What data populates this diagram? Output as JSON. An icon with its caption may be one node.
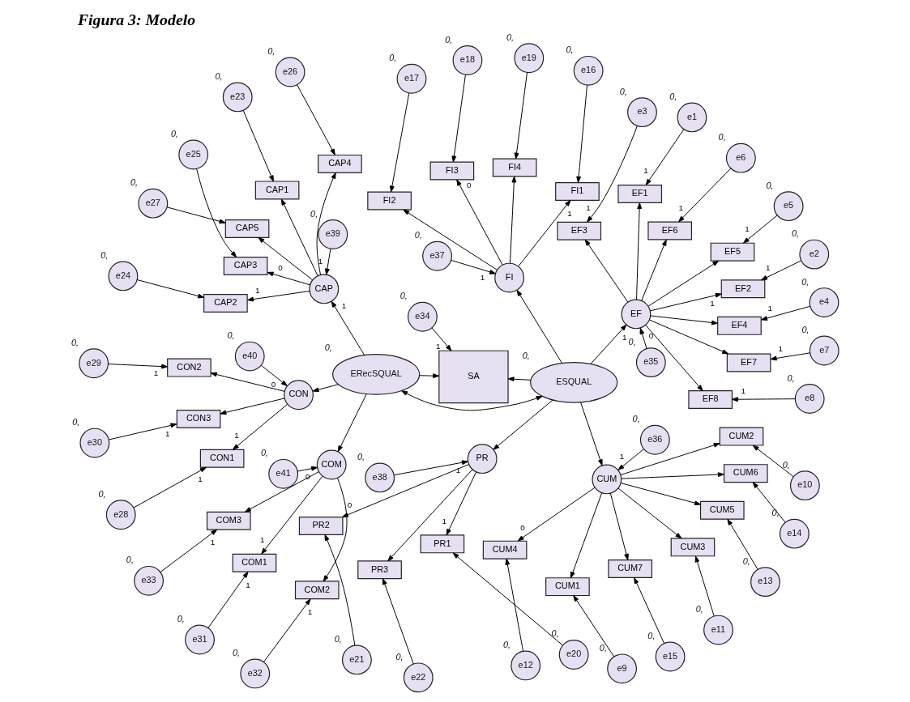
{
  "diagram": {
    "title": "Figura 3: Modelo",
    "nodes": [
      {
        "text": [
          "e9"
        ],
        "beside": [
          "0,"
        ]
      },
      {
        "text": [
          "e10"
        ],
        "beside": [
          "0,"
        ]
      },
      {
        "text": [
          "e11"
        ],
        "beside": [
          "0,"
        ]
      },
      {
        "text": [
          "e12"
        ],
        "beside": [
          "0,"
        ]
      },
      {
        "text": [
          "e13"
        ],
        "beside": [
          "0,"
        ]
      },
      {
        "text": [
          "e14"
        ],
        "beside": [
          "0,"
        ]
      },
      {
        "text": [
          "e15"
        ],
        "beside": [
          "0,"
        ]
      },
      {
        "text": [
          "CUM1"
        ]
      },
      {
        "text": [
          "CUM2"
        ]
      },
      {
        "text": [
          "CUM3"
        ]
      },
      {
        "text": [
          "CUM4"
        ]
      },
      {
        "text": [
          "CUM5"
        ]
      },
      {
        "text": [
          "CUM6"
        ]
      },
      {
        "text": [
          "CUM7"
        ]
      },
      {
        "text": [
          "e36"
        ],
        "beside": [
          "0,"
        ]
      },
      {
        "text": [
          "CUM"
        ]
      },
      {
        "text": [
          "e16"
        ],
        "beside": [
          "0,"
        ]
      },
      {
        "text": [
          "e17"
        ],
        "beside": [
          "0,"
        ]
      },
      {
        "text": [
          "e18"
        ],
        "beside": [
          "0,"
        ]
      },
      {
        "text": [
          "e19"
        ],
        "beside": [
          "0,"
        ]
      },
      {
        "text": [
          "FI1"
        ]
      },
      {
        "text": [
          "FI2"
        ]
      },
      {
        "text": [
          "FI3"
        ]
      },
      {
        "text": [
          "FI4"
        ]
      },
      {
        "text": [
          "e37"
        ],
        "beside": [
          "0,"
        ]
      },
      {
        "text": [
          "FI"
        ]
      },
      {
        "text": [
          "e20"
        ],
        "beside": [
          "0,"
        ]
      },
      {
        "text": [
          "e21"
        ],
        "beside": [
          "0,"
        ]
      },
      {
        "text": [
          "e22"
        ],
        "beside": [
          "0,"
        ]
      },
      {
        "text": [
          "PR1"
        ]
      },
      {
        "text": [
          "PR2"
        ]
      },
      {
        "text": [
          "PR3"
        ]
      },
      {
        "text": [
          "e38"
        ],
        "beside": [
          "0,"
        ]
      },
      {
        "text": [
          "PR"
        ]
      },
      {
        "text": [
          "e23"
        ],
        "beside": [
          "0,"
        ]
      },
      {
        "text": [
          "e24"
        ],
        "beside": [
          "0,"
        ]
      },
      {
        "text": [
          "e25"
        ],
        "beside": [
          "0,"
        ]
      },
      {
        "text": [
          "e26"
        ],
        "beside": [
          "0,"
        ]
      },
      {
        "text": [
          "e27"
        ],
        "beside": [
          "0,"
        ]
      },
      {
        "text": [
          "CAP1"
        ]
      },
      {
        "text": [
          "CAP2"
        ]
      },
      {
        "text": [
          "CAP3"
        ]
      },
      {
        "text": [
          "CAP4"
        ]
      },
      {
        "text": [
          "CAP5"
        ]
      },
      {
        "text": [
          "e39"
        ],
        "beside": [
          "0,"
        ]
      },
      {
        "text": [
          "CAP"
        ]
      },
      {
        "text": [
          "e8"
        ],
        "beside": [
          "0,"
        ]
      },
      {
        "text": [
          "EF8"
        ]
      },
      {
        "text": [
          "e7"
        ],
        "beside": [
          "0,"
        ]
      },
      {
        "text": [
          "EF7"
        ]
      },
      {
        "text": [
          "e6"
        ],
        "beside": [
          "0,"
        ]
      },
      {
        "text": [
          "EF6"
        ]
      },
      {
        "text": [
          "e5"
        ],
        "beside": [
          "0,"
        ]
      },
      {
        "text": [
          "EF5"
        ]
      },
      {
        "text": [
          "e4"
        ],
        "beside": [
          "0,"
        ]
      },
      {
        "text": [
          "EF4"
        ]
      },
      {
        "text": [
          "e3"
        ],
        "beside": [
          "0,"
        ]
      },
      {
        "text": [
          "EF3"
        ]
      },
      {
        "text": [
          "e2"
        ],
        "beside": [
          "0,"
        ]
      },
      {
        "text": [
          "EF2"
        ]
      },
      {
        "text": [
          "e1"
        ],
        "beside": [
          "0,"
        ]
      },
      {
        "text": [
          "EF1"
        ]
      },
      {
        "text": [
          "e35"
        ],
        "beside": [
          "0,"
        ]
      },
      {
        "text": [
          "EF"
        ]
      },
      {
        "text": [
          "ESQUAL"
        ],
        "beside": [
          "0,"
        ]
      },
      {
        "text": [
          "ERecSQUAL"
        ],
        "beside": [
          "0,"
        ]
      },
      {
        "text": [
          "e40"
        ],
        "beside": [
          "0,"
        ]
      },
      {
        "text": [
          "CON"
        ]
      },
      {
        "text": [
          "CON1"
        ]
      },
      {
        "text": [
          "e28"
        ],
        "beside": [
          "0,"
        ]
      },
      {
        "text": [
          "CON2"
        ]
      },
      {
        "text": [
          "e29"
        ],
        "beside": [
          "0,"
        ]
      },
      {
        "text": [
          "CON3"
        ]
      },
      {
        "text": [
          "e30"
        ],
        "beside": [
          "0,"
        ]
      },
      {
        "text": [
          "e41"
        ],
        "beside": [
          "0,"
        ]
      },
      {
        "text": [
          "COM"
        ]
      },
      {
        "text": [
          "COM1"
        ]
      },
      {
        "text": [
          "e31"
        ],
        "beside": [
          "0,"
        ]
      },
      {
        "text": [
          "COM2"
        ]
      },
      {
        "text": [
          "e32"
        ],
        "beside": [
          "0,"
        ]
      },
      {
        "text": [
          "COM3"
        ]
      },
      {
        "text": [
          "e33"
        ],
        "beside": [
          "0,"
        ]
      },
      {
        "text": [
          "e34"
        ],
        "beside": [
          "0,"
        ]
      },
      {
        "text": [
          "SA"
        ]
      }
    ],
    "edges": [
      {
        "from": 0,
        "to": 7,
        "arrow": "to"
      },
      {
        "from": 1,
        "to": 8,
        "arrow": "to"
      },
      {
        "from": 2,
        "to": 9,
        "arrow": "to"
      },
      {
        "from": 3,
        "to": 10,
        "arrow": "to"
      },
      {
        "from": 4,
        "to": 11,
        "arrow": "to"
      },
      {
        "from": 5,
        "to": 12,
        "arrow": "to"
      },
      {
        "from": 6,
        "to": 13,
        "arrow": "to"
      },
      {
        "from": 15,
        "to": 7,
        "arrow": "to"
      },
      {
        "from": 15,
        "to": 8,
        "arrow": "to"
      },
      {
        "from": 15,
        "to": 9,
        "arrow": "to"
      },
      {
        "from": 15,
        "to": 10,
        "arrow": "to",
        "label": "0"
      },
      {
        "from": 15,
        "to": 11,
        "arrow": "to"
      },
      {
        "from": 15,
        "to": 12,
        "arrow": "to"
      },
      {
        "from": 15,
        "to": 13,
        "arrow": "to"
      },
      {
        "from": 14,
        "to": 15,
        "arrow": "to",
        "label": "1"
      },
      {
        "from": 16,
        "to": 20,
        "arrow": "to"
      },
      {
        "from": 17,
        "to": 21,
        "arrow": "to"
      },
      {
        "from": 18,
        "to": 22,
        "arrow": "to"
      },
      {
        "from": 19,
        "to": 23,
        "arrow": "to"
      },
      {
        "from": 25,
        "to": 20,
        "arrow": "to",
        "label": "1"
      },
      {
        "from": 25,
        "to": 21,
        "arrow": "to"
      },
      {
        "from": 25,
        "to": 22,
        "arrow": "to",
        "label": "0"
      },
      {
        "from": 25,
        "to": 23,
        "arrow": "to"
      },
      {
        "from": 24,
        "to": 25,
        "arrow": "to",
        "label": "1"
      },
      {
        "from": 26,
        "to": 29,
        "arrow": "to"
      },
      {
        "from": 27,
        "to": 30,
        "arrow": "to"
      },
      {
        "from": 28,
        "to": 31,
        "arrow": "to"
      },
      {
        "from": 33,
        "to": 29,
        "arrow": "to",
        "label": "1"
      },
      {
        "from": 33,
        "to": 30,
        "arrow": "to",
        "label": "0"
      },
      {
        "from": 33,
        "to": 31,
        "arrow": "to"
      },
      {
        "from": 32,
        "to": 33,
        "arrow": "to",
        "label": "1"
      },
      {
        "from": 34,
        "to": 39,
        "arrow": "to"
      },
      {
        "from": 35,
        "to": 40,
        "arrow": "to"
      },
      {
        "from": 36,
        "to": 41,
        "arrow": "to"
      },
      {
        "from": 37,
        "to": 42,
        "arrow": "to"
      },
      {
        "from": 38,
        "to": 43,
        "arrow": "to"
      },
      {
        "from": 45,
        "to": 39,
        "arrow": "to"
      },
      {
        "from": 45,
        "to": 40,
        "arrow": "to",
        "label": "1"
      },
      {
        "from": 45,
        "to": 41,
        "arrow": "to",
        "label": "0"
      },
      {
        "from": 45,
        "to": 42,
        "arrow": "to"
      },
      {
        "from": 45,
        "to": 43,
        "arrow": "to"
      },
      {
        "from": 44,
        "to": 45,
        "arrow": "to",
        "label": "1"
      },
      {
        "from": 46,
        "to": 47,
        "arrow": "to",
        "label": "1"
      },
      {
        "from": 48,
        "to": 49,
        "arrow": "to",
        "label": "1"
      },
      {
        "from": 50,
        "to": 51,
        "arrow": "to",
        "label": "1"
      },
      {
        "from": 52,
        "to": 53,
        "arrow": "to",
        "label": "1"
      },
      {
        "from": 54,
        "to": 55,
        "arrow": "to",
        "label": "1"
      },
      {
        "from": 56,
        "to": 57,
        "arrow": "to",
        "label": "1"
      },
      {
        "from": 58,
        "to": 59,
        "arrow": "to",
        "label": "1"
      },
      {
        "from": 60,
        "to": 61,
        "arrow": "to",
        "label": "1"
      },
      {
        "from": 63,
        "to": 47,
        "arrow": "to"
      },
      {
        "from": 63,
        "to": 49,
        "arrow": "to"
      },
      {
        "from": 63,
        "to": 51,
        "arrow": "to"
      },
      {
        "from": 63,
        "to": 53,
        "arrow": "to"
      },
      {
        "from": 63,
        "to": 55,
        "arrow": "to"
      },
      {
        "from": 63,
        "to": 57,
        "arrow": "to"
      },
      {
        "from": 63,
        "to": 59,
        "arrow": "to",
        "label": "1"
      },
      {
        "from": 63,
        "to": 61,
        "arrow": "to"
      },
      {
        "from": 62,
        "to": 63,
        "arrow": "to",
        "label": "0"
      },
      {
        "from": 64,
        "to": 15,
        "arrow": "to"
      },
      {
        "from": 64,
        "to": 25,
        "arrow": "to"
      },
      {
        "from": 64,
        "to": 33,
        "arrow": "to"
      },
      {
        "from": 64,
        "to": 63,
        "arrow": "to",
        "label": "1"
      },
      {
        "from": 65,
        "to": 45,
        "arrow": "to",
        "label": "1"
      },
      {
        "from": 65,
        "to": 67,
        "arrow": "to"
      },
      {
        "from": 65,
        "to": 75,
        "arrow": "to"
      },
      {
        "from": 64,
        "to": 65,
        "arrow": "both"
      },
      {
        "from": 64,
        "to": 83,
        "arrow": "to"
      },
      {
        "from": 65,
        "to": 83,
        "arrow": "to"
      },
      {
        "from": 66,
        "to": 67,
        "arrow": "to",
        "label": "0"
      },
      {
        "from": 67,
        "to": 68,
        "arrow": "to",
        "label": "1"
      },
      {
        "from": 67,
        "to": 70,
        "arrow": "to"
      },
      {
        "from": 67,
        "to": 72,
        "arrow": "to"
      },
      {
        "from": 69,
        "to": 68,
        "arrow": "to",
        "label": "1"
      },
      {
        "from": 71,
        "to": 70,
        "arrow": "to",
        "label": "1"
      },
      {
        "from": 73,
        "to": 72,
        "arrow": "to",
        "label": "1"
      },
      {
        "from": 74,
        "to": 75,
        "arrow": "to",
        "label": "0"
      },
      {
        "from": 75,
        "to": 76,
        "arrow": "to",
        "label": "1"
      },
      {
        "from": 75,
        "to": 78,
        "arrow": "to"
      },
      {
        "from": 75,
        "to": 80,
        "arrow": "to"
      },
      {
        "from": 77,
        "to": 76,
        "arrow": "to",
        "label": "1"
      },
      {
        "from": 79,
        "to": 78,
        "arrow": "to",
        "label": "1"
      },
      {
        "from": 81,
        "to": 80,
        "arrow": "to",
        "label": "1"
      },
      {
        "from": 82,
        "to": 83,
        "arrow": "to",
        "label": "1"
      }
    ]
  }
}
